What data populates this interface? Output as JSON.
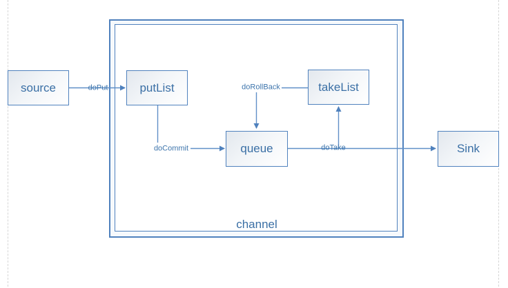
{
  "diagram": {
    "container": {
      "label": "channel"
    },
    "nodes": [
      {
        "id": "source",
        "label": "source"
      },
      {
        "id": "putList",
        "label": "putList"
      },
      {
        "id": "takeList",
        "label": "takeList"
      },
      {
        "id": "queue",
        "label": "queue"
      },
      {
        "id": "sink",
        "label": "Sink"
      }
    ],
    "edges": [
      {
        "id": "doPut",
        "label": "doPut",
        "from": "source",
        "to": "putList"
      },
      {
        "id": "doCommit",
        "label": "doCommit",
        "from": "putList",
        "to": "queue"
      },
      {
        "id": "doRollBack",
        "label": "doRollBack",
        "from": "takeList",
        "to": "queue"
      },
      {
        "id": "doTake",
        "label": "doTake",
        "from": "queue",
        "to": "sink"
      },
      {
        "id": "queue-takeList",
        "label": "",
        "from": "queue",
        "to": "takeList"
      }
    ],
    "colors": {
      "shape_border": "#4f81bd",
      "shape_fill_gradient_start": "#e3e8ee",
      "shape_fill_gradient_end": "#ffffff",
      "connector": "#5f8fc7",
      "text": "#3a6fa5",
      "page_guide": "#d5d5d5",
      "background": "#ffffff"
    }
  }
}
